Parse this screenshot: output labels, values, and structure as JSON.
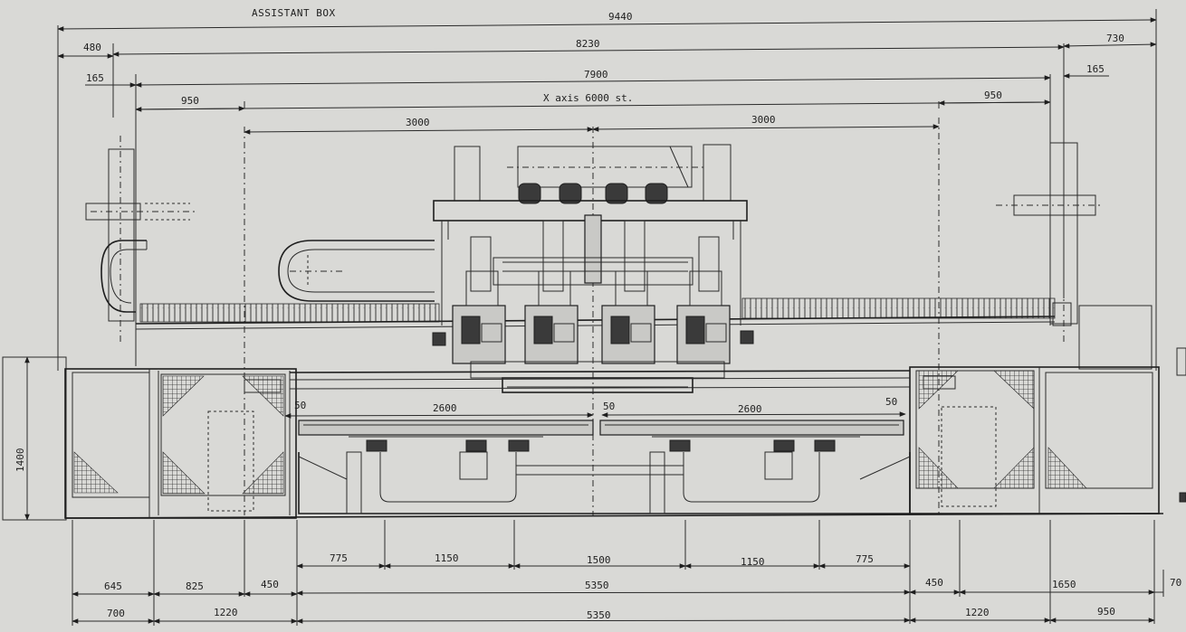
{
  "drawing": {
    "title": "ASSISTANT BOX",
    "axis_note": "X axis 6000 st."
  },
  "dimensions_top": {
    "overall": "9440",
    "left_480": "480",
    "mid_8230": "8230",
    "right_730": "730",
    "left_165": "165",
    "mid_7900": "7900",
    "right_165": "165",
    "left_950": "950",
    "right_950": "950",
    "left_3000": "3000",
    "right_3000": "3000"
  },
  "dimensions_table": {
    "gap_left_50": "50",
    "table_left_2600": "2600",
    "gap_mid_50": "50",
    "table_right_2600": "2600",
    "gap_right_50": "50"
  },
  "dimensions_side": {
    "height_1400": "1400"
  },
  "dimensions_bottom_row1": [
    "775",
    "1150",
    "1500",
    "1150",
    "775"
  ],
  "dimensions_bottom_row2": [
    "645",
    "825",
    "450",
    "5350",
    "450",
    "1650",
    "70"
  ],
  "dimensions_bottom_row3": [
    "700",
    "1220",
    "5350",
    "1220",
    "950"
  ]
}
